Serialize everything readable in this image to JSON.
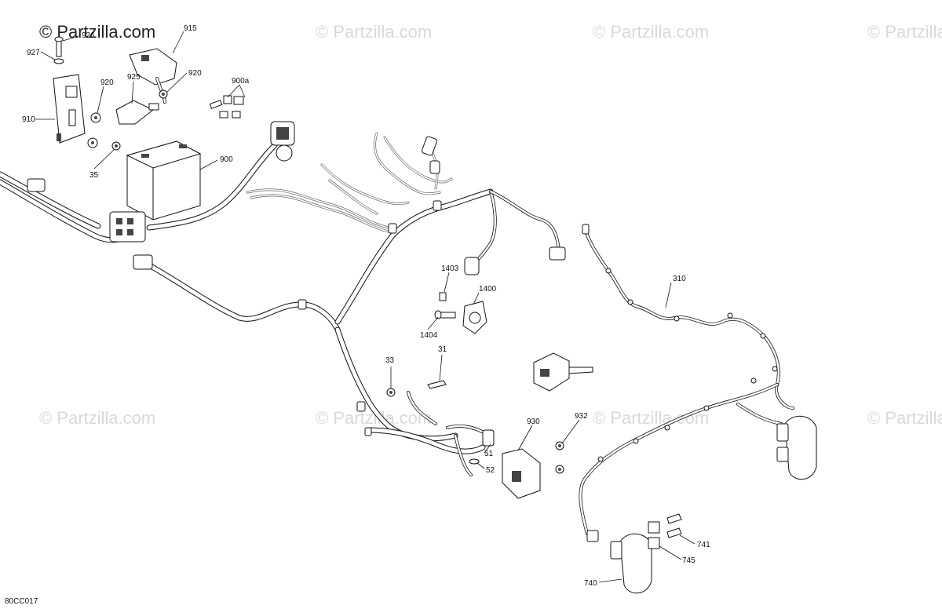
{
  "watermarks": {
    "main": "© Partzilla.com",
    "faded": "© Partzilla.com"
  },
  "diagram_code": "80CC017",
  "callouts": {
    "c926": "926",
    "c927": "927",
    "c915": "915",
    "c920a": "920",
    "c920b": "920",
    "c925": "925",
    "c900a": "900a",
    "c910": "910",
    "c35": "35",
    "c900": "900",
    "c310": "310",
    "c1403": "1403",
    "c1400": "1400",
    "c1404": "1404",
    "c31": "31",
    "c33": "33",
    "c930": "930",
    "c932": "932",
    "c51": "51",
    "c52": "52",
    "c741": "741",
    "c745": "745",
    "c740": "740"
  },
  "icons": {
    "copyright": "copyright-icon"
  }
}
